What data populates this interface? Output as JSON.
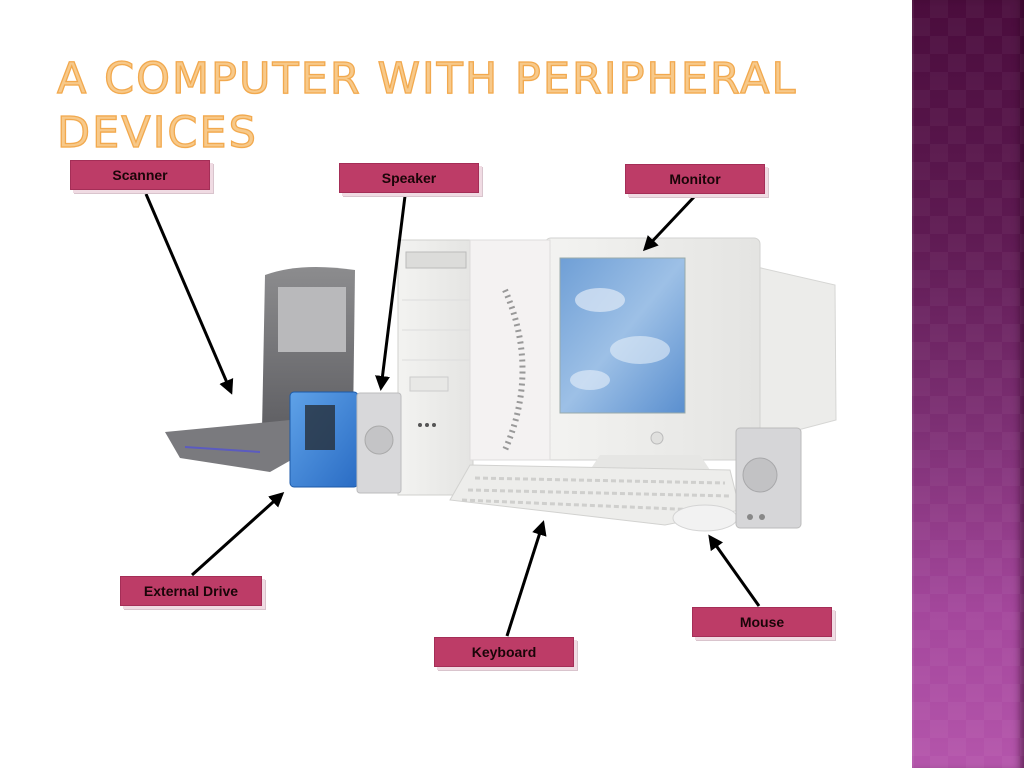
{
  "slide": {
    "title": "A Computer with Peripheral Devices",
    "colors": {
      "title_fill": "#f7c98a",
      "title_stroke": "#f2a94e",
      "label_bg": "#bd3c67",
      "label_text": "#1a0508",
      "sidebar_top": "#4a0c3c",
      "sidebar_bottom": "#b455ab"
    }
  },
  "labels": [
    {
      "id": "scanner",
      "text": "Scanner"
    },
    {
      "id": "speaker",
      "text": "Speaker"
    },
    {
      "id": "monitor",
      "text": "Monitor"
    },
    {
      "id": "external-drive",
      "text": "External Drive"
    },
    {
      "id": "keyboard",
      "text": "Keyboard"
    },
    {
      "id": "mouse",
      "text": "Mouse"
    }
  ],
  "image": {
    "description": "Desktop computer system: tower case, CRT monitor showing sky wallpaper, keyboard, mouse, two speakers, flatbed scanner with open lid, blue translucent external drive"
  }
}
